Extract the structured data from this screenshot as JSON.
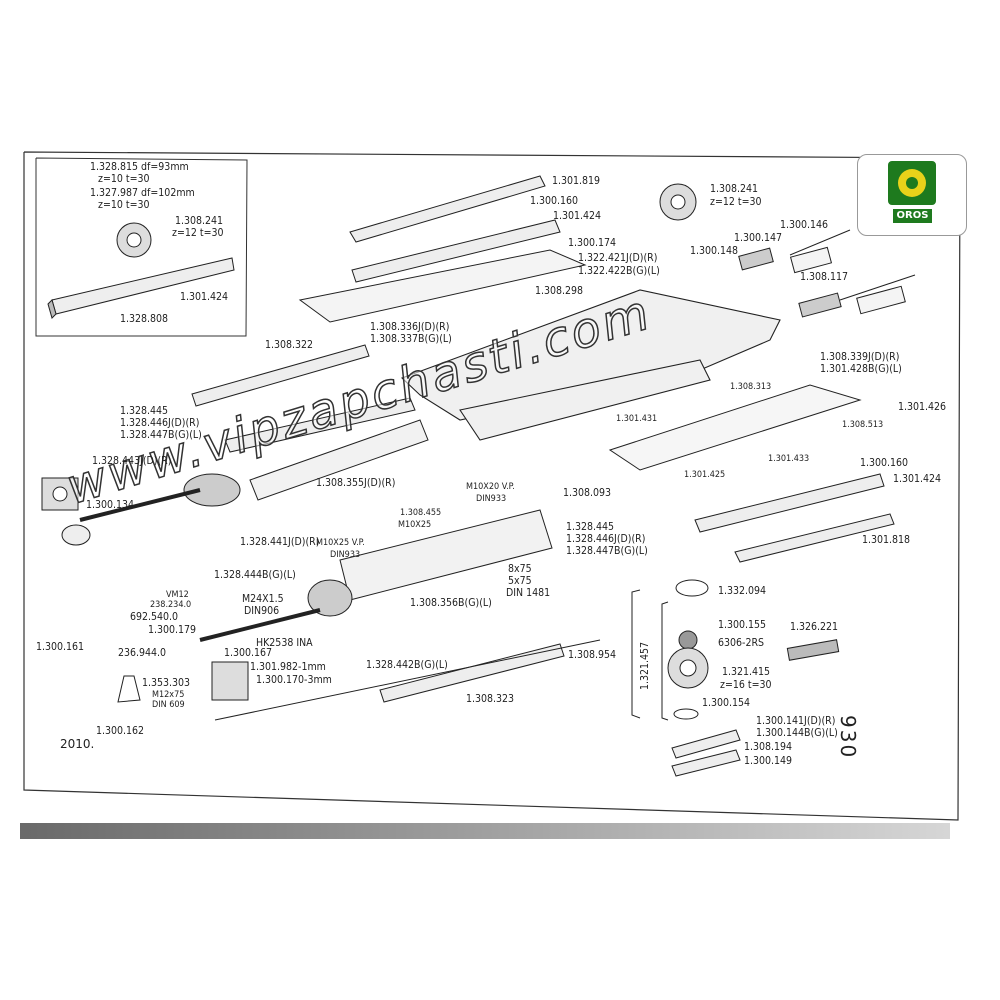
{
  "page_number": "930",
  "year": "2010.",
  "watermark": "www.vipzapchasti.com",
  "logo": {
    "text": "OROS",
    "color": "#1e7a1e"
  },
  "inset_labels": {
    "sprocket_a": "1.328.815  df=93mm",
    "sprocket_a_teeth": "z=10  t=30",
    "sprocket_b": "1.327.987  df=102mm",
    "sprocket_b_teeth": "z=10  t=30",
    "sprocket_c": "1.308.241",
    "sprocket_c_teeth": "z=12  t=30",
    "bar": "1.301.424",
    "plate": "1.328.808"
  },
  "labels": {
    "l1301819": "1.301.819",
    "l1300160a": "1.300.160",
    "l1301424a": "1.301.424",
    "l1300174": "1.300.174",
    "l1308241": "1.308.241",
    "l1308241z": "z=12  t=30",
    "l1300146": "1.300.146",
    "l1300147": "1.300.147",
    "l1300148": "1.300.148",
    "l1308117": "1.308.117",
    "l1322421": "1.322.421J(D)(R)",
    "l1322422": "1.322.422B(G)(L)",
    "l1308298": "1.308.298",
    "l1308336": "1.308.336J(D)(R)",
    "l1308337": "1.308.337B(G)(L)",
    "l1308322": "1.308.322",
    "l1308339": "1.308.339J(D)(R)",
    "l1301428": "1.301.428B(G)(L)",
    "l1301426": "1.301.426",
    "l1308313": "1.308.313",
    "l1308513": "1.308.513",
    "l1301431": "1.301.431",
    "l1301433": "1.301.433",
    "l1300160b": "1.300.160",
    "l1301425": "1.301.425",
    "l1301424b": "1.301.424",
    "l1301818": "1.301.818",
    "l1328445a": "1.328.445",
    "l1328446a": "1.328.446J(D)(R)",
    "l1328447a": "1.328.447B(G)(L)",
    "l1328443": "1.328.443J(D)(R)",
    "l1300134": "1.300.134",
    "l1308355": "1.308.355J(D)(R)",
    "lM10x20": "M10X20 V.P.",
    "lDIN933a": "DIN933",
    "l1308093": "1.308.093",
    "l1308455": "1.308.455",
    "lM10x25a": "M10X25",
    "l1328441": "1.328.441J(D)(R)",
    "lM10x25b": "M10X25 V.P.",
    "lDIN933b": "DIN933",
    "l1328444": "1.328.444B(G)(L)",
    "l1328445b": "1.328.445",
    "l1328446b": "1.328.446J(D)(R)",
    "l1328447b": "1.328.447B(G)(L)",
    "l8x75": "8x75",
    "l5x75": "5x75",
    "lDIN1481": "DIN 1481",
    "lVM12": "VM12",
    "l238234": "238.234.0",
    "l692540": "692.540.0",
    "l1300179": "1.300.179",
    "l1300161": "1.300.161",
    "lM24": "M24X1.5",
    "lDIN906": "DIN906",
    "lHK2538": "HK2538 INA",
    "l1308356": "1.308.356B(G)(L)",
    "l236944": "236.944.0",
    "l1300167": "1.300.167",
    "l1301982": "1.301.982-1mm",
    "l1300170": "1.300.170-3mm",
    "l1353303": "1.353.303",
    "lM12x75": "M12x75",
    "lDIN609": "DIN 609",
    "l1300162": "1.300.162",
    "l1328442": "1.328.442B(G)(L)",
    "l1308323": "1.308.323",
    "l1308954": "1.308.954",
    "l1321457": "1.321.457",
    "l1332094": "1.332.094",
    "l1300155": "1.300.155",
    "l6306": "6306-2RS",
    "l1326221": "1.326.221",
    "l1321415": "1.321.415",
    "l1321415z": "z=16  t=30",
    "l1300154": "1.300.154",
    "l1300141": "1.300.141J(D)(R)",
    "l1300144": "1.300.144B(G)(L)",
    "l1308194": "1.308.194",
    "l1300149": "1.300.149"
  }
}
